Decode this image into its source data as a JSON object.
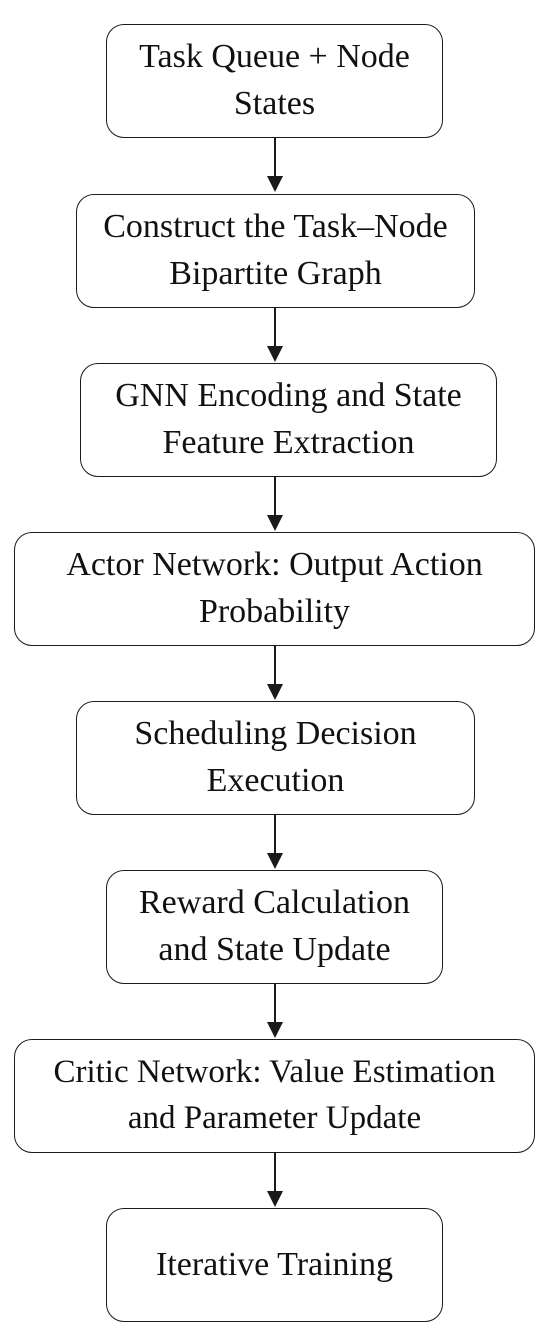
{
  "steps": [
    {
      "line1": "Task Queue + Node",
      "line2": "States"
    },
    {
      "line1": "Construct the Task–Node",
      "line2": "Bipartite Graph"
    },
    {
      "line1": "GNN Encoding and State",
      "line2": "Feature Extraction"
    },
    {
      "line1": "Actor Network: Output Action",
      "line2": "Probability"
    },
    {
      "line1": "Scheduling Decision",
      "line2": "Execution"
    },
    {
      "line1": "Reward Calculation",
      "line2": "and State Update"
    },
    {
      "line1": "Critic Network: Value Estimation",
      "line2": "and Parameter Update"
    },
    {
      "line1": "Iterative Training",
      "line2": ""
    }
  ]
}
